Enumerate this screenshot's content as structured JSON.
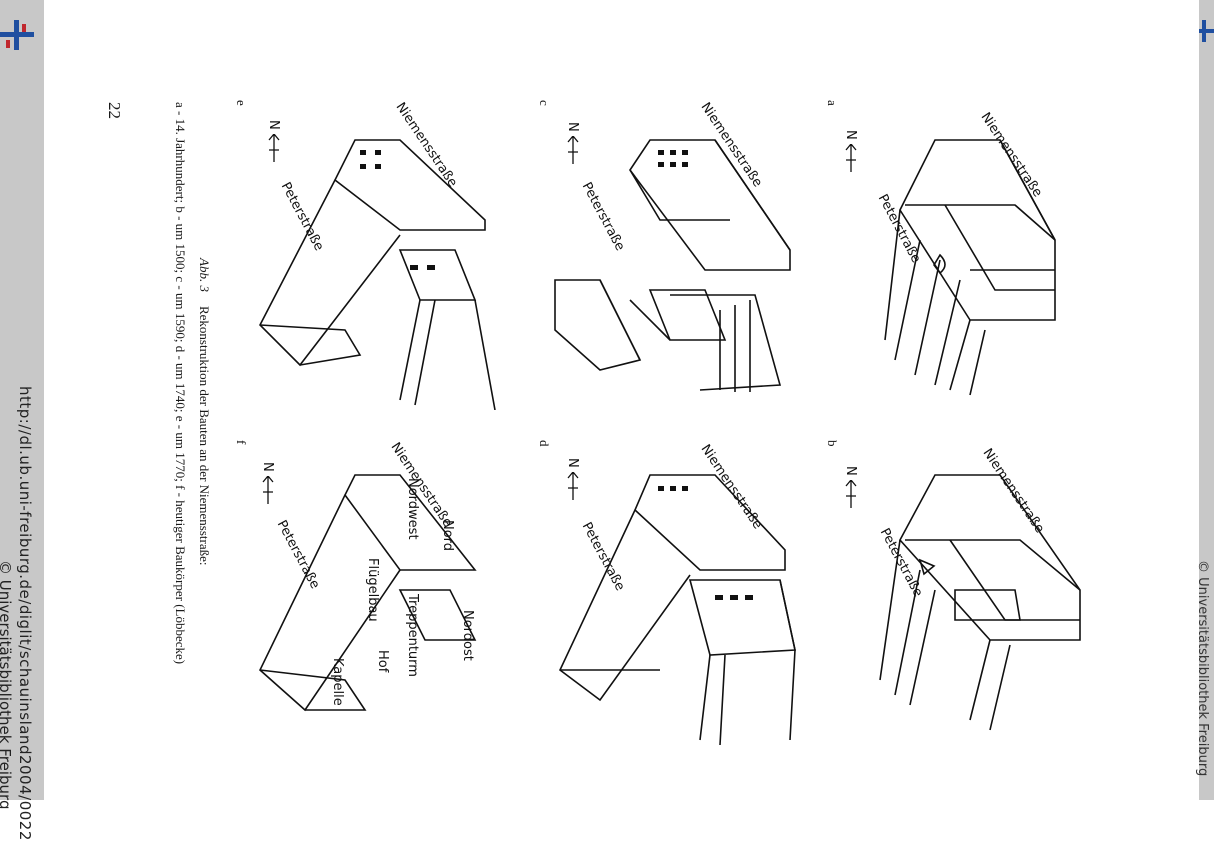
{
  "sidebar": {
    "url": "http://dl.ub.uni-freiburg.de/diglit/schauinsland2004/0022",
    "copyright": "© Universitätsbibliothek Freiburg",
    "copyright_right": "© Universitätsbibliothek Freiburg"
  },
  "page": {
    "number": "22",
    "caption_label": "Abb. 3",
    "caption_title": "Rekonstruktion der Bauten an der Niemensstraße:",
    "caption_legend": "a - 14. Jahrhundert; b - um 1500; c - um 1590; d - um 1740; e - um 1770; f - heutiger Baukörper (Löbbecke)"
  },
  "panels": [
    {
      "letter": "a",
      "north": "N",
      "street_top": "Niemensstraße",
      "street_side": "Peterstraße"
    },
    {
      "letter": "b",
      "north": "N",
      "street_top": "Niemensstraße",
      "street_side": "Peterstraße"
    },
    {
      "letter": "c",
      "north": "N",
      "street_top": "Niemensstraße",
      "street_side": "Peterstraße"
    },
    {
      "letter": "d",
      "north": "N",
      "street_top": "Niemensstraße",
      "street_side": "Peterstraße"
    },
    {
      "letter": "e",
      "north": "N",
      "street_top": "Niemensstraße",
      "street_side": "Peterstraße"
    },
    {
      "letter": "f",
      "north": "N",
      "street_top": "Niemensstraße",
      "street_side": "Peterstraße"
    }
  ],
  "panel_f_labels": {
    "nord": "Nord",
    "nordwest": "Nordwest",
    "nordost": "Nordost",
    "fluegelbau": "Flügelbau",
    "treppenturm": "Treppenturm",
    "hof": "Hof",
    "kapelle": "Kapelle"
  }
}
